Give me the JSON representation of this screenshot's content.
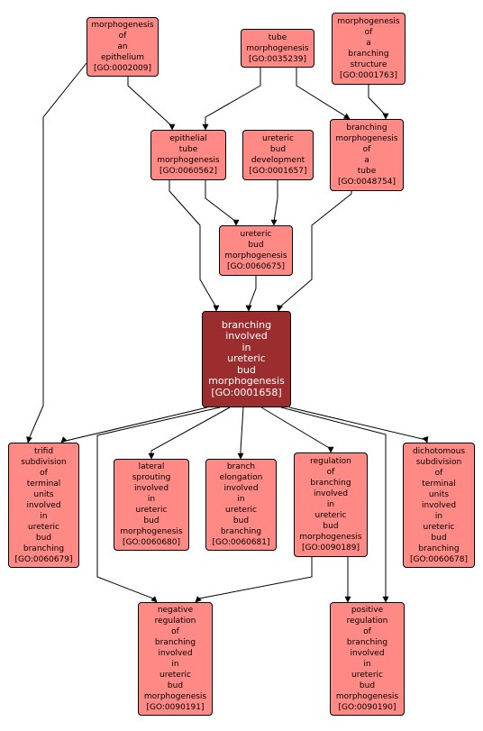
{
  "colors": {
    "node_fill": "#ff8a85",
    "focus_fill": "#9b2d2e",
    "focus_text": "#ffffff",
    "edge": "#000000",
    "background": "#ffffff"
  },
  "nodes": [
    {
      "id": "GO:0002009",
      "lines": [
        "morphogenesis",
        "of",
        "an",
        "epithelium",
        "[GO:0002009]"
      ]
    },
    {
      "id": "GO:0035239",
      "lines": [
        "tube",
        "morphogenesis",
        "[GO:0035239]"
      ]
    },
    {
      "id": "GO:0001763",
      "lines": [
        "morphogenesis",
        "of",
        "a",
        "branching",
        "structure",
        "[GO:0001763]"
      ]
    },
    {
      "id": "GO:0060562",
      "lines": [
        "epithelial",
        "tube",
        "morphogenesis",
        "[GO:0060562]"
      ]
    },
    {
      "id": "GO:0001657",
      "lines": [
        "ureteric",
        "bud",
        "development",
        "[GO:0001657]"
      ]
    },
    {
      "id": "GO:0048754",
      "lines": [
        "branching",
        "morphogenesis",
        "of",
        "a",
        "tube",
        "[GO:0048754]"
      ]
    },
    {
      "id": "GO:0060675",
      "lines": [
        "ureteric",
        "bud",
        "morphogenesis",
        "[GO:0060675]"
      ]
    },
    {
      "id": "GO:0001658",
      "focus": true,
      "lines": [
        "branching",
        "involved",
        "in",
        "ureteric",
        "bud",
        "morphogenesis",
        "[GO:0001658]"
      ]
    },
    {
      "id": "GO:0060679",
      "lines": [
        "trifid",
        "subdivision",
        "of",
        "terminal",
        "units",
        "involved",
        "in",
        "ureteric",
        "bud",
        "branching",
        "[GO:0060679]"
      ]
    },
    {
      "id": "GO:0060680",
      "lines": [
        "lateral",
        "sprouting",
        "involved",
        "in",
        "ureteric",
        "bud",
        "morphogenesis",
        "[GO:0060680]"
      ]
    },
    {
      "id": "GO:0060681",
      "lines": [
        "branch",
        "elongation",
        "involved",
        "in",
        "ureteric",
        "bud",
        "branching",
        "[GO:0060681]"
      ]
    },
    {
      "id": "GO:0090189",
      "lines": [
        "regulation",
        "of",
        "branching",
        "involved",
        "in",
        "ureteric",
        "bud",
        "morphogenesis",
        "[GO:0090189]"
      ]
    },
    {
      "id": "GO:0060678",
      "lines": [
        "dichotomous",
        "subdivision",
        "of",
        "terminal",
        "units",
        "involved",
        "in",
        "ureteric",
        "bud",
        "branching",
        "[GO:0060678]"
      ]
    },
    {
      "id": "GO:0090191",
      "lines": [
        "negative",
        "regulation",
        "of",
        "branching",
        "involved",
        "in",
        "ureteric",
        "bud",
        "morphogenesis",
        "[GO:0090191]"
      ]
    },
    {
      "id": "GO:0090190",
      "lines": [
        "positive",
        "regulation",
        "of",
        "branching",
        "involved",
        "in",
        "ureteric",
        "bud",
        "morphogenesis",
        "[GO:0090190]"
      ]
    }
  ],
  "edges": [
    {
      "from": "GO:0035239",
      "to": "GO:0060562"
    },
    {
      "from": "GO:0035239",
      "to": "GO:0048754"
    },
    {
      "from": "GO:0002009",
      "to": "GO:0060562"
    },
    {
      "from": "GO:0001763",
      "to": "GO:0048754"
    },
    {
      "from": "GO:0060562",
      "to": "GO:0060675"
    },
    {
      "from": "GO:0001657",
      "to": "GO:0060675"
    },
    {
      "from": "GO:0060562",
      "to": "GO:0001658"
    },
    {
      "from": "GO:0060675",
      "to": "GO:0001658"
    },
    {
      "from": "GO:0048754",
      "to": "GO:0001658"
    },
    {
      "from": "GO:0002009",
      "to": "GO:0060679"
    },
    {
      "from": "GO:0001658",
      "to": "GO:0060679"
    },
    {
      "from": "GO:0001658",
      "to": "GO:0060680"
    },
    {
      "from": "GO:0001658",
      "to": "GO:0060681"
    },
    {
      "from": "GO:0001658",
      "to": "GO:0090189"
    },
    {
      "from": "GO:0001658",
      "to": "GO:0060678"
    },
    {
      "from": "GO:0001658",
      "to": "GO:0090191"
    },
    {
      "from": "GO:0001658",
      "to": "GO:0090190"
    },
    {
      "from": "GO:0090189",
      "to": "GO:0090191"
    },
    {
      "from": "GO:0090189",
      "to": "GO:0090190"
    }
  ]
}
